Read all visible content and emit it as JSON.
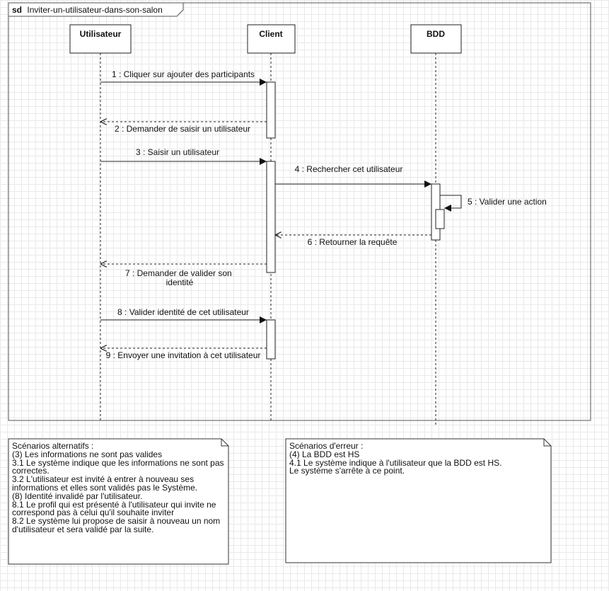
{
  "frame": {
    "keyword": "sd",
    "name": "Inviter-un-utilisateur-dans-son-salon"
  },
  "lifelines": [
    {
      "id": "utilisateur",
      "label": "Utilisateur"
    },
    {
      "id": "client",
      "label": "Client"
    },
    {
      "id": "bdd",
      "label": "BDD"
    }
  ],
  "messages": [
    {
      "label": "1 : Cliquer sur ajouter des participants",
      "from": "utilisateur",
      "to": "client",
      "kind": "sync"
    },
    {
      "label": "2 : Demander de saisir un utilisateur",
      "from": "client",
      "to": "utilisateur",
      "kind": "return"
    },
    {
      "label": "3 : Saisir un utilisateur",
      "from": "utilisateur",
      "to": "client",
      "kind": "sync"
    },
    {
      "label": "4 : Rechercher cet utilisateur",
      "from": "client",
      "to": "bdd",
      "kind": "sync"
    },
    {
      "label": "5 : Valider une action",
      "from": "bdd",
      "to": "bdd",
      "kind": "self"
    },
    {
      "label": "6 : Retourner la requête",
      "from": "bdd",
      "to": "client",
      "kind": "return"
    },
    {
      "label_lines": [
        "7 : Demander de valider son",
        "identité"
      ],
      "from": "client",
      "to": "utilisateur",
      "kind": "return"
    },
    {
      "label": "8 : Valider identité de cet utilisateur",
      "from": "utilisateur",
      "to": "client",
      "kind": "sync"
    },
    {
      "label": "9 : Envoyer une invitation à cet utilisateur",
      "from": "client",
      "to": "utilisateur",
      "kind": "return"
    }
  ],
  "notes": {
    "alternatifs": {
      "text": "Scénarios alternatifs :\n(3) Les informations ne sont pas valides\n3.1 Le système indique que les informations ne sont pas correctes.\n3.2 L'utilisateur est invité à entrer à nouveau ses informations et elles sont validés pas le Système.\n(8) Identité invalidé par l'utilisateur.\n8.1 Le profil qui est présenté à l'utilisateur qui invite ne correspond pas à celui qu'il souhaite inviter\n8.2 Le système lui propose de saisir à nouveau un nom d'utilisateur et sera validé par la suite."
    },
    "erreur": {
      "text": "Scénarios d'erreur :\n(4) La BDD est HS\n4.1 Le système indique à l'utilisateur que la BDD est HS.\nLe système s'arrête à ce point."
    }
  },
  "colors": {
    "line": "#222222",
    "border": "#555555",
    "fill": "#ffffff"
  }
}
